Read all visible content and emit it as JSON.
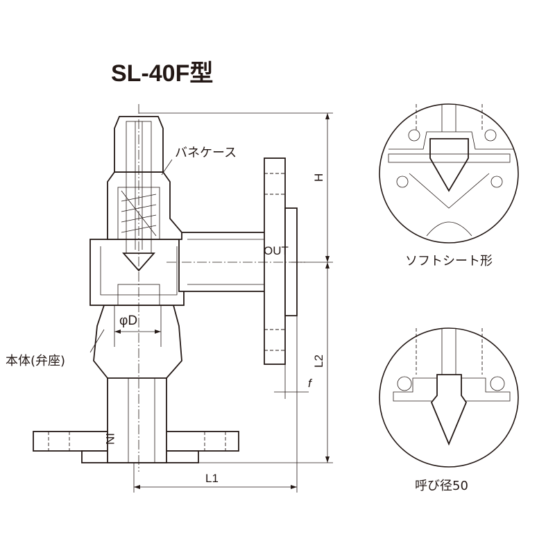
{
  "title": "SL-40F型",
  "labels": {
    "spring_case": "バネケース",
    "body": "本体(弁座)",
    "outlet": "OUT",
    "inlet": "IN",
    "bore": "φD",
    "soft_seat": "ソフトシート形",
    "nominal_size": "呼び径50"
  },
  "dimensions": {
    "height": "H",
    "length2": "L2",
    "length1": "L1",
    "flange": "f"
  }
}
